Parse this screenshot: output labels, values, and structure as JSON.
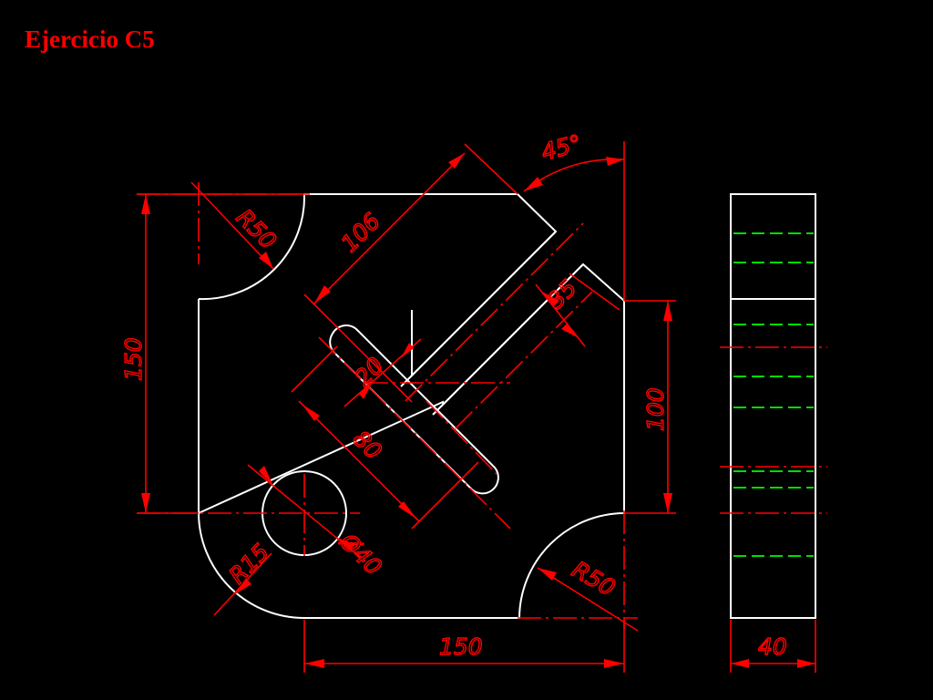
{
  "title": "Ejercicio C5",
  "colors": {
    "background": "#000000",
    "object_lines": "#ffffff",
    "dimension_lines": "#ff0000",
    "hidden_lines": "#00dd00"
  },
  "dimensions": {
    "top_radius": "R50",
    "bottom_radius": "R50",
    "corner_radius": "R15",
    "hole_diameter": "Ø40",
    "height": "150",
    "width": "150",
    "side_height": "100",
    "diagonal_length": "106",
    "slot_width": "20",
    "slot_length": "80",
    "arm_width": "35",
    "angle": "45°",
    "thickness": "40"
  }
}
